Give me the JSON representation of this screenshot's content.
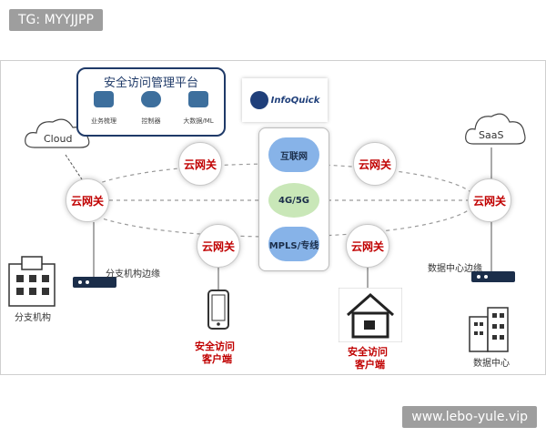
{
  "watermarks": {
    "top": "TG: MYYJJPP",
    "bottom": "www.lebo-yule.vip"
  },
  "panel": {
    "title": "安全访问管理平台",
    "items": [
      {
        "label": "业务梳理",
        "icon": "business-icon"
      },
      {
        "label": "控制器",
        "icon": "controller-cloud-icon"
      },
      {
        "label": "大数据/ML",
        "icon": "bigdata-icon"
      }
    ]
  },
  "logo": {
    "text": "InfoQuick"
  },
  "clouds": {
    "left": "Cloud",
    "right": "SaaS"
  },
  "gateway_label": "云网关",
  "core": {
    "internet": "互联网",
    "cellular": "4G/5G",
    "mpls": "MPLS/专线"
  },
  "branch": {
    "edge_label": "分支机构边缘",
    "label": "分支机构"
  },
  "datacenter": {
    "edge_label": "数据中心边缘",
    "label": "数据中心"
  },
  "clients": {
    "mobile_line1": "安全访问",
    "mobile_line2": "客户端",
    "home_line1": "安全访问",
    "home_line2": "客户端"
  },
  "colors": {
    "accent_red": "#c00000",
    "panel_blue": "#1f3a68",
    "cloud_blue": "#87b3e8",
    "cloud_green": "#c9e7b8"
  }
}
